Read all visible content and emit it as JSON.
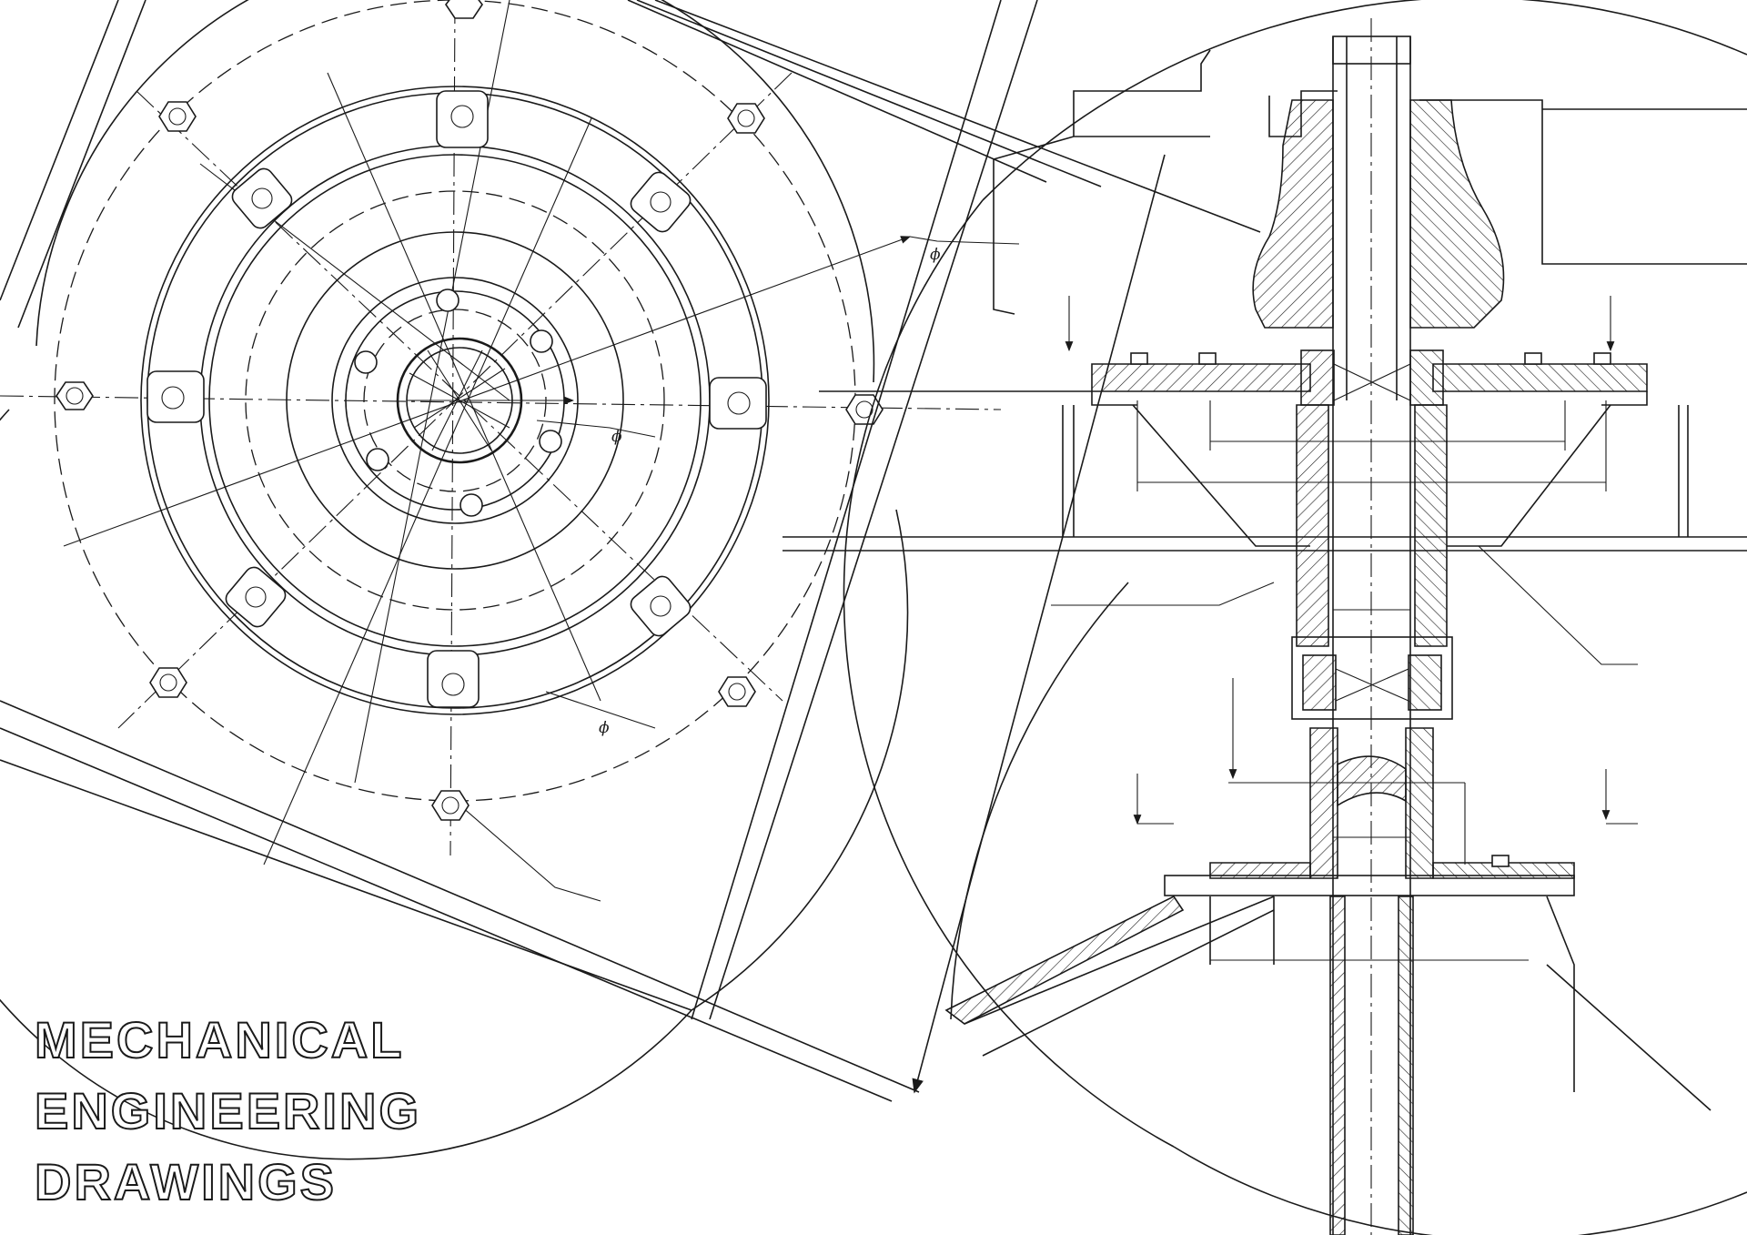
{
  "diagram": {
    "dimension_symbol": "ϕ",
    "title_lines": [
      "MECHANICAL",
      "ENGINEERING",
      "DRAWINGS"
    ]
  }
}
